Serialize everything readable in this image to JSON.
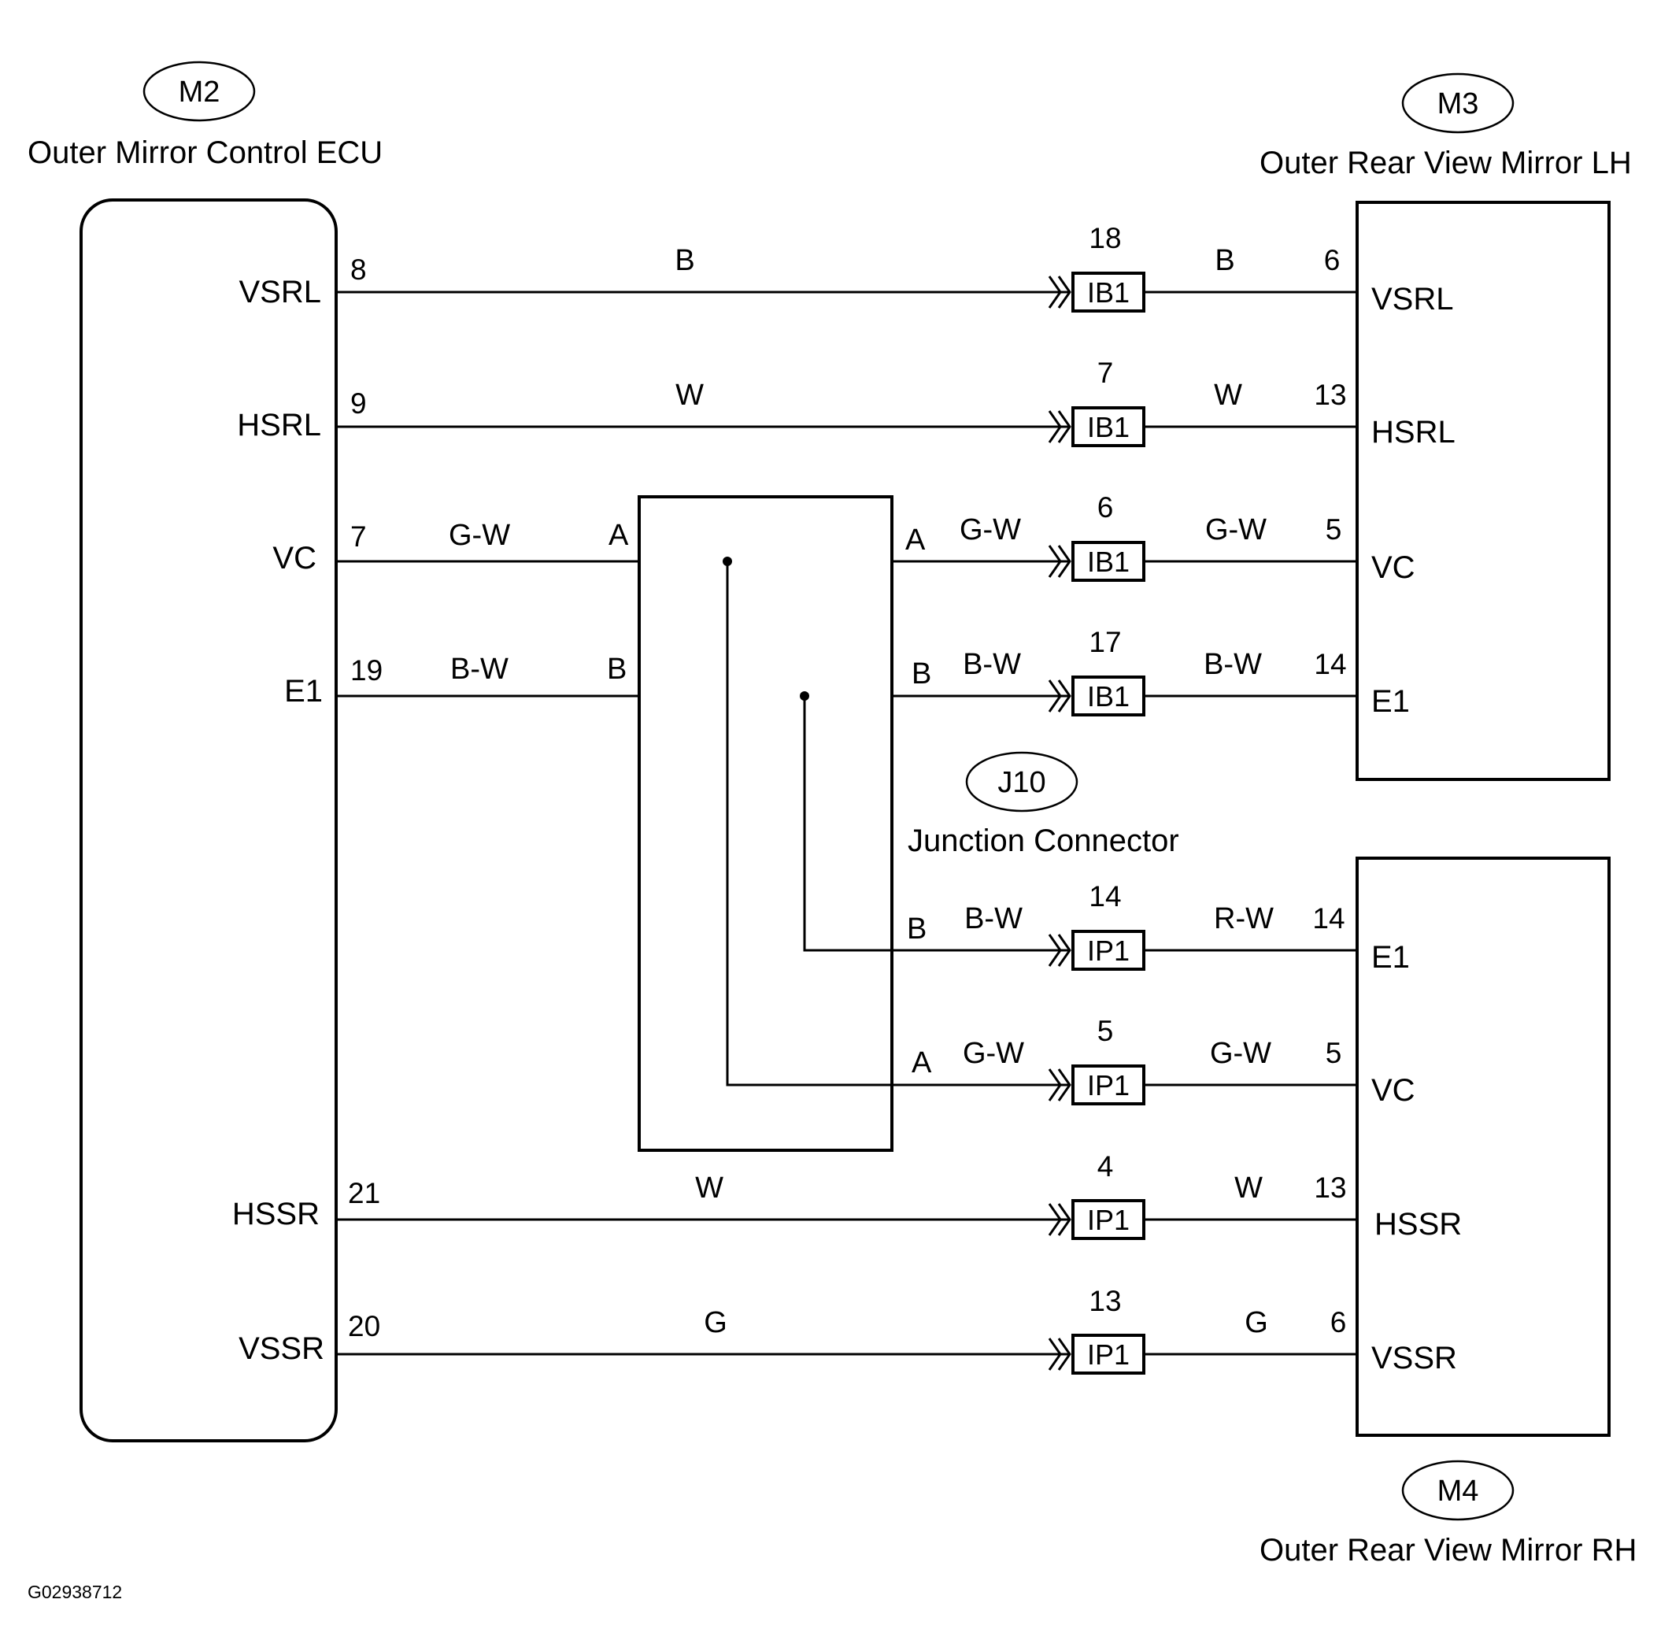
{
  "components": {
    "ecu": {
      "ref": "M2",
      "name": "Outer Mirror Control ECU"
    },
    "mirror_lh": {
      "ref": "M3",
      "name": "Outer Rear View Mirror LH"
    },
    "mirror_rh": {
      "ref": "M4",
      "name": "Outer Rear View Mirror RH"
    },
    "junction": {
      "ref": "J10",
      "name": "Junction Connector"
    }
  },
  "ecu_terminals": [
    {
      "name": "VSRL",
      "pin": "8"
    },
    {
      "name": "HSRL",
      "pin": "9"
    },
    {
      "name": "VC",
      "pin": "7"
    },
    {
      "name": "E1",
      "pin": "19"
    },
    {
      "name": "HSSR",
      "pin": "21"
    },
    {
      "name": "VSSR",
      "pin": "20"
    }
  ],
  "junction_labels": {
    "in_vc": "A",
    "in_e1": "B",
    "out_lh_vc": "A",
    "out_lh_e1": "B",
    "out_rh_e1": "B",
    "out_rh_vc": "A"
  },
  "wires": [
    {
      "from": "VSRL",
      "color_a": "B",
      "connector": "IB1",
      "conn_pin": "18",
      "color_b": "B",
      "mirror_pin": "6",
      "mirror_term": "VSRL"
    },
    {
      "from": "HSRL",
      "color_a": "W",
      "connector": "IB1",
      "conn_pin": "7",
      "color_b": "W",
      "mirror_pin": "13",
      "mirror_term": "HSRL"
    },
    {
      "from": "VC",
      "color_in": "G-W",
      "color_a": "G-W",
      "connector": "IB1",
      "conn_pin": "6",
      "color_b": "G-W",
      "mirror_pin": "5",
      "mirror_term": "VC"
    },
    {
      "from": "E1",
      "color_in": "B-W",
      "color_a": "B-W",
      "connector": "IB1",
      "conn_pin": "17",
      "color_b": "B-W",
      "mirror_pin": "14",
      "mirror_term": "E1"
    },
    {
      "from": "E1",
      "color_a": "B-W",
      "connector": "IP1",
      "conn_pin": "14",
      "color_b": "R-W",
      "mirror_pin": "14",
      "mirror_term": "E1"
    },
    {
      "from": "VC",
      "color_a": "G-W",
      "connector": "IP1",
      "conn_pin": "5",
      "color_b": "G-W",
      "mirror_pin": "5",
      "mirror_term": "VC"
    },
    {
      "from": "HSSR",
      "color_a": "W",
      "connector": "IP1",
      "conn_pin": "4",
      "color_b": "W",
      "mirror_pin": "13",
      "mirror_term": "HSSR"
    },
    {
      "from": "VSSR",
      "color_a": "G",
      "connector": "IP1",
      "conn_pin": "13",
      "color_b": "G",
      "mirror_pin": "6",
      "mirror_term": "VSSR"
    }
  ],
  "diagram_code": "G02938712"
}
